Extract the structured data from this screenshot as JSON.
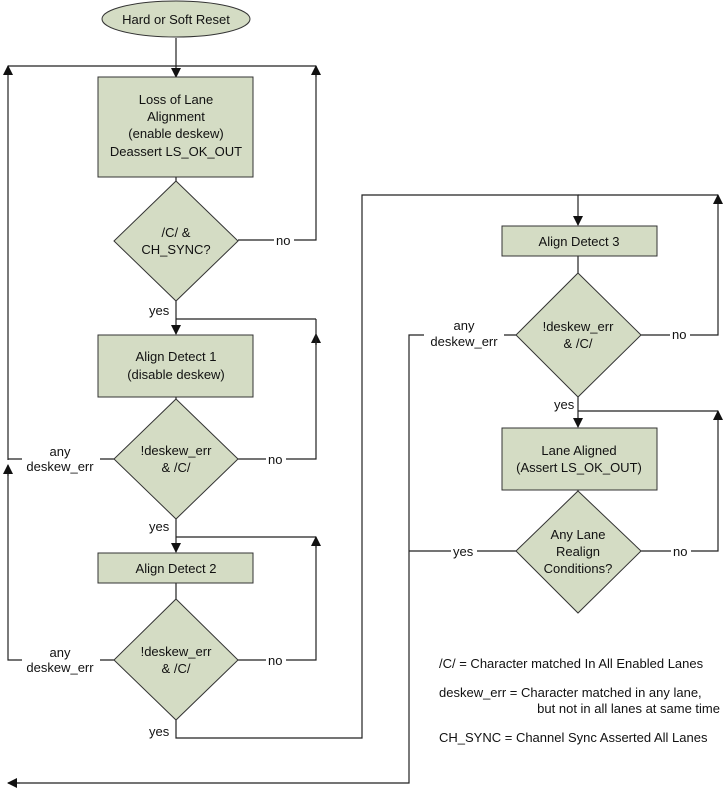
{
  "start": {
    "label": "Hard or Soft Reset"
  },
  "states": {
    "loss_of_lane_alignment": [
      "Loss of Lane",
      "Alignment",
      "(enable deskew)",
      "Deassert LS_OK_OUT"
    ],
    "align_detect_1": [
      "Align Detect 1",
      "(disable deskew)"
    ],
    "align_detect_2": [
      "Align Detect 2"
    ],
    "align_detect_3": [
      "Align Detect 3"
    ],
    "lane_aligned": [
      "Lane Aligned",
      "(Assert LS_OK_OUT)"
    ]
  },
  "decisions": {
    "c_and_ch_sync": [
      "/C/ &",
      "CH_SYNC?"
    ],
    "deskew_check_1": [
      "!deskew_err",
      "& /C/"
    ],
    "deskew_check_2": [
      "!deskew_err",
      "& /C/"
    ],
    "deskew_check_3": [
      "!deskew_err",
      "& /C/"
    ],
    "realign_conditions": [
      "Any Lane",
      "Realign",
      "Conditions?"
    ]
  },
  "edge_labels": {
    "no": "no",
    "yes": "yes",
    "any_deskew_err": [
      "any",
      "deskew_err"
    ]
  },
  "legend": [
    {
      "lines": [
        "/C/ = Character matched In All Enabled Lanes"
      ]
    },
    {
      "lines": [
        "deskew_err = Character matched  in any lane,",
        "but not in all lanes at same time"
      ]
    },
    {
      "lines": [
        "CH_SYNC = Channel Sync Asserted All Lanes"
      ]
    }
  ],
  "colors": {
    "node_fill": "#d4dcc4",
    "stroke": "#222222",
    "background": "#ffffff"
  }
}
